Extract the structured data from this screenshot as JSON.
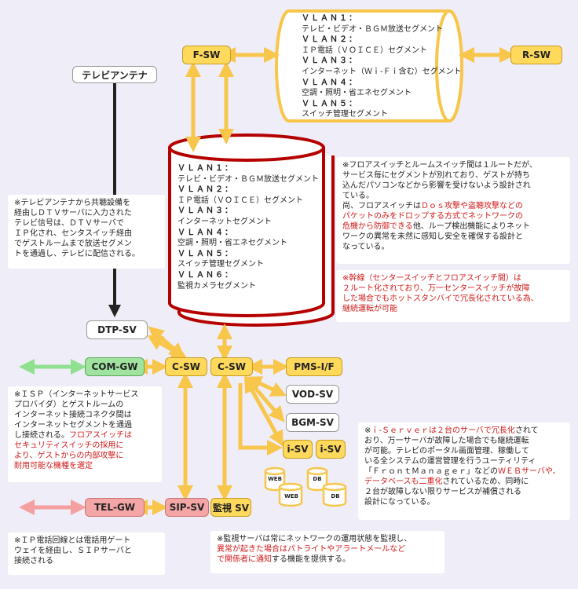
{
  "nodes": {
    "f_sw": "F-SW",
    "r_sw": "R-SW",
    "tv_antenna": "テレビアンテナ",
    "dtp_sv": "DTP-SV",
    "com_gw": "COM-GW",
    "c_sw_1": "C-SW",
    "c_sw_2": "C-SW",
    "pms_if": "PMS-I/F",
    "vod_sv": "VOD-SV",
    "bgm_sv": "BGM-SV",
    "i_sv_1": "i-SV",
    "i_sv_2": "i-SV",
    "tel_gw": "TEL-GW",
    "sip_sv": "SIP-SV",
    "monitor_sv": "監視 SV"
  },
  "db_icons": {
    "web1": "WEB",
    "db1": "DB",
    "web2": "WEB",
    "db2": "DB"
  },
  "vlan_top": [
    {
      "key": "ＶＬＡＮ１：",
      "desc": "テレビ・ビデオ・ＢＧＭ放送セグメント"
    },
    {
      "key": "ＶＬＡＮ２：",
      "desc": "ＩＰ電話（ＶＯＩＣＥ）セグメント"
    },
    {
      "key": "ＶＬＡＮ３：",
      "desc": "インターネット（Ｗｉ-Ｆｉ含む）セグメント"
    },
    {
      "key": "ＶＬＡＮ４：",
      "desc": "空調・照明・省エネセグメント"
    },
    {
      "key": "ＶＬＡＮ５：",
      "desc": "スイッチ管理セグメント"
    }
  ],
  "vlan_center": [
    {
      "key": "ＶＬＡＮ１：",
      "desc": "テレビ・ビデオ・ＢＧＭ放送セグメント"
    },
    {
      "key": "ＶＬＡＮ２：",
      "desc": "ＩＰ電話（ＶＯＩＣＥ）セグメント"
    },
    {
      "key": "ＶＬＡＮ３：",
      "desc": "インターネットセグメント"
    },
    {
      "key": "ＶＬＡＮ４：",
      "desc": "空調・照明・省エネセグメント"
    },
    {
      "key": "ＶＬＡＮ５：",
      "desc": "スイッチ管理セグメント"
    },
    {
      "key": "ＶＬＡＮ６：",
      "desc": "監視カメラセグメント"
    }
  ],
  "notes": {
    "switch_note": {
      "l1": "※フロアスイッチとルームスイッチ間は１ルートだが、",
      "l2": "サービス毎にセグメントが別れており、ゲストが持ち",
      "l3": "込んだパソコンなどから影響を受けないよう設計され",
      "l4": "ている。",
      "l5a": "尚、フロアスイッチは",
      "l5b": "Ｄｏｓ攻撃や盗聴攻撃などの",
      "l6": "パケットのみをドロップする方式でネットワークの",
      "l7a": "危機から防御できる",
      "l7b": "他、ループ検出機能によりネット",
      "l8": "ワークの異常を未然に感知し安全を確保する設計と",
      "l9": "なっている。"
    },
    "trunk_note": {
      "l1": "※幹線（センタースイッチとフロアスイッチ間）は",
      "l2": "２ルート化されており、万一センタースイッチが故障",
      "l3": "した場合でもホットスタンバイで冗長化されている為、",
      "l4": "継続運転が可能"
    },
    "tv_note": {
      "l1": "※テレビアンテナから共聴設備を",
      "l2": "経由しＤＴＶサーバに入力された",
      "l3": "テレビ信号は、ＤＴＶサーバで",
      "l4": "ＩＰ化され、センタスイッチ経由",
      "l5": "でゲストルームまで放送セグメン",
      "l6": "トを通過し、テレビに配信される。"
    },
    "isp_note": {
      "l1": "※ＩＳＰ（インターネットサービス",
      "l2": "プロバイダ）とゲストルームの",
      "l3": "インターネット接続コネクタ間は",
      "l4": "インターネットセグメントを通過",
      "l5": "し接続される。",
      "l5b": "フロアスイッチは",
      "l6": "セキュリティスイッチの採用に",
      "l7": "より、ゲストからの内部攻撃に",
      "l8": "耐用可能な機種を選定"
    },
    "iserver_note": {
      "l1": "※",
      "l1b": "ｉ-Ｓｅｒｖｅｒは２台のサーバで冗長化",
      "l1c": "されて",
      "l2": "おり、万一サーバが故障した場合でも継続運転",
      "l3": "が可能。テレビのポータル画面管理、稼働して",
      "l4": "いる全システムの運営管理を行うユーティリティ",
      "l5a": "「ＦｒｏｎｔＭａｎａｇｅｒ」などの",
      "l5b": "ＷＥＢサーバや、",
      "l6a": "データベースも二重化",
      "l6b": "されているため、同時に",
      "l7": "２台が故障しない限りサービスが補償される",
      "l8": "設計になっている。"
    },
    "ip_phone_note": {
      "l1": "※ＩＰ電話回線とは電話用ゲート",
      "l2": "ウェイを経由し、ＳＩＰサーバと",
      "l3": "接続される"
    },
    "monitor_note": {
      "l1": "※監視サーバは常にネットワークの運用状態を監視し、",
      "l2": "異常が起きた場合はパトライトやアラートメールなど",
      "l3a": "で関係者に通知",
      "l3b": "する機能を提供する。"
    }
  },
  "colors": {
    "accent_yellow": "#ffd95c",
    "link_yellow": "#f7c64a",
    "link_green": "#8fe08f",
    "link_pink": "#f4a0a0",
    "cylinder_red": "#b50000",
    "highlight_red": "#d01818"
  }
}
